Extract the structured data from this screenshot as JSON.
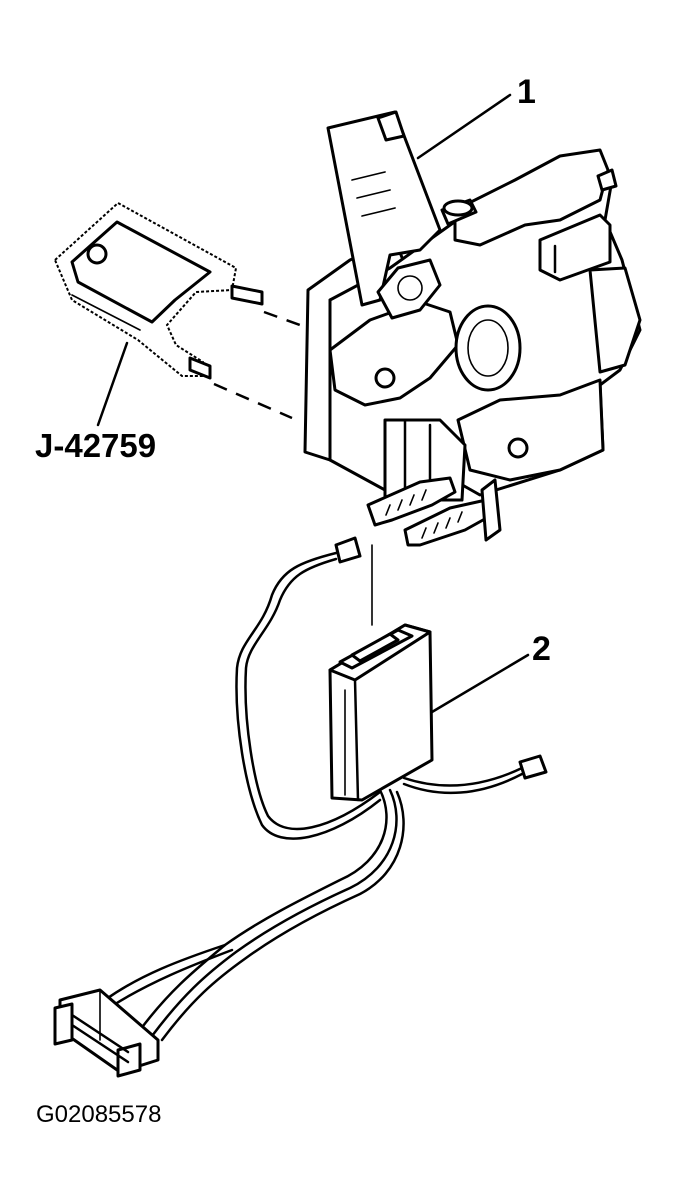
{
  "diagram": {
    "callouts": [
      {
        "id": "callout-1",
        "text": "1"
      },
      {
        "id": "callout-2",
        "text": "2"
      }
    ],
    "tool_label": "J-42759",
    "figure_id": "G02085578"
  }
}
